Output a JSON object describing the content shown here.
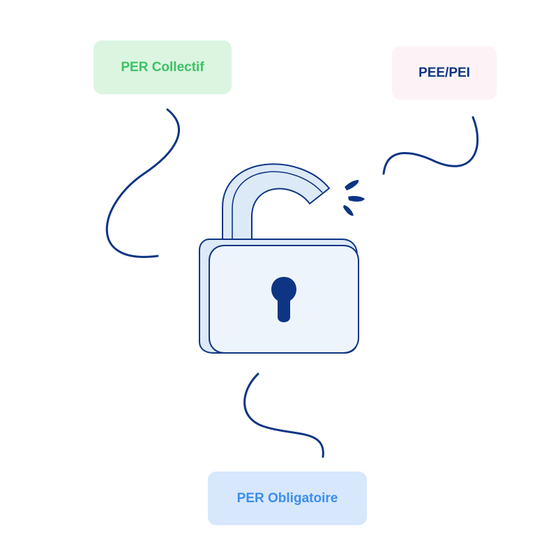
{
  "tags": {
    "per_collectif": {
      "label": "PER Collectif",
      "text_color": "#3cc265",
      "bg_color": "#dbf5e1"
    },
    "pee_pei": {
      "label": "PEE/PEI",
      "text_color": "#0e3584",
      "bg_color": "#fdf3f7"
    },
    "per_obligatoire": {
      "label": "PER Obligatoire",
      "text_color": "#3a8ef0",
      "bg_color": "#d7e7fc"
    }
  },
  "illustration": {
    "icon": "unlocked-padlock-icon",
    "stroke_color": "#0e3584",
    "fill_light": "#dce9f7",
    "fill_face": "#eef4fc"
  }
}
